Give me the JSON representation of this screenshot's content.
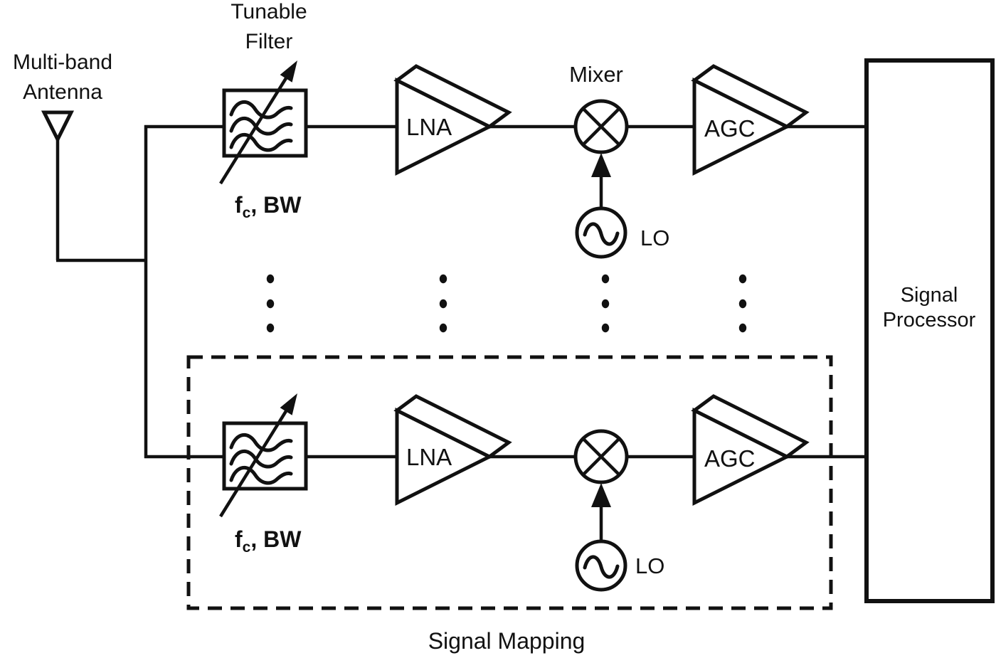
{
  "figure": {
    "background": "#ffffff",
    "line_color": "#111111",
    "band_fill": "#b5b5b5"
  },
  "antenna": {
    "label_line1": "Multi-band",
    "label_line2": "Antenna"
  },
  "tunable_filter": {
    "title_line1": "Tunable",
    "title_line2": "Filter",
    "param_symbol": "f",
    "param_subscript": "c",
    "param_suffix": ", BW"
  },
  "lna": {
    "label": "LNA"
  },
  "mixer": {
    "title": "Mixer"
  },
  "local_oscillator": {
    "label": "LO"
  },
  "agc": {
    "label": "AGC"
  },
  "signal_processor": {
    "label_line1": "Signal",
    "label_line2": "Processor"
  },
  "signal_mapping": {
    "label": "Signal Mapping"
  }
}
